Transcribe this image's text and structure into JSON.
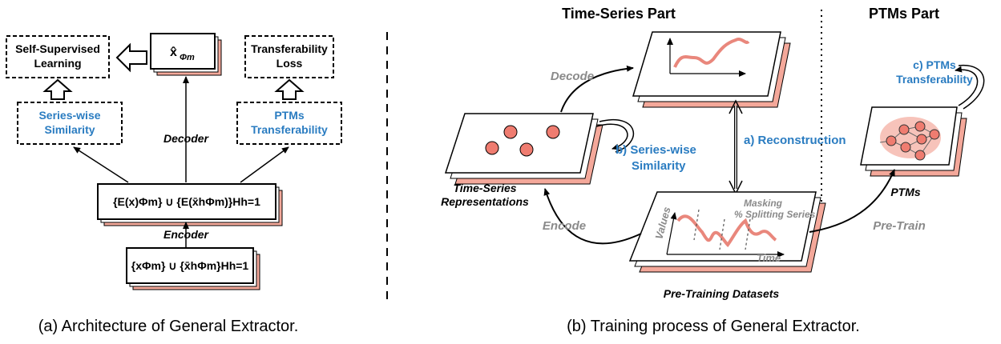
{
  "panel_a": {
    "caption": "(a) Architecture of General Extractor.",
    "ssl_line1": "Self-Supervised",
    "ssl_line2": "Learning",
    "xhat": "x̂",
    "xhat_sub": "Φm",
    "tl_line1": "Transferability",
    "tl_line2": "Loss",
    "sws_line1": "Series-wise",
    "sws_line2": "Similarity",
    "ptms_line1": "PTMs",
    "ptms_line2": "Transferability",
    "decoder": "Decoder",
    "encoder": "Encoder",
    "emb_formula": "{E(x)Φm} ∪ {E(x̄hΦm)}Hh=1",
    "in_formula": "{xΦm} ∪ {x̄hΦm}Hh=1"
  },
  "panel_b": {
    "caption": "(b) Training process of General Extractor.",
    "ts_part": "Time-Series Part",
    "ptms_part": "PTMs Part",
    "decode": "Decode",
    "encode": "Encode",
    "pretrain": "Pre-Train",
    "reconstruction": "a) Reconstruction",
    "sws_line1": "b) Series-wise",
    "sws_line2": "Similarity",
    "ptms_tr_line1": "c) PTMs",
    "ptms_tr_line2": "Transferability",
    "tsr_line1": "Time-Series",
    "tsr_line2": "Representations",
    "ptms": "PTMs",
    "datasets": "Pre-Training Datasets",
    "masking": "Masking",
    "splitting": "% Splitting Series",
    "values": "Values",
    "time": "Time"
  },
  "colors": {
    "accent_blue": "#2a7cc1",
    "pink_fill": "#f4a89a",
    "dot_fill": "#ef7c70",
    "grey_text": "#8a8a8a"
  }
}
